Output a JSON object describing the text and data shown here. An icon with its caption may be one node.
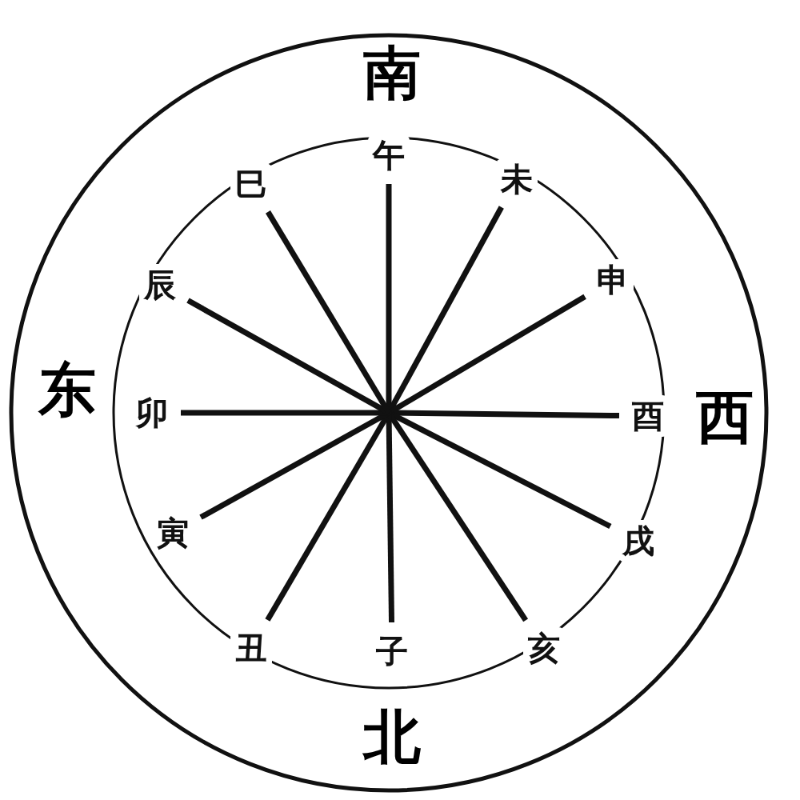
{
  "diagram": {
    "nodes": [
      {
        "text": [
          "午"
        ]
      },
      {
        "text": [
          "未"
        ]
      },
      {
        "text": [
          "申"
        ]
      },
      {
        "text": [
          "酉"
        ]
      },
      {
        "text": [
          "戌"
        ]
      },
      {
        "text": [
          "亥"
        ]
      },
      {
        "text": [
          "子"
        ]
      },
      {
        "text": [
          "丑"
        ]
      },
      {
        "text": [
          "寅"
        ]
      },
      {
        "text": [
          "卯"
        ]
      },
      {
        "text": [
          "辰"
        ]
      },
      {
        "text": [
          "巳"
        ]
      }
    ],
    "edges": [
      {
        "from": null,
        "to": 0,
        "arrow": "none"
      },
      {
        "from": null,
        "to": 1,
        "arrow": "none"
      },
      {
        "from": null,
        "to": 2,
        "arrow": "none"
      },
      {
        "from": null,
        "to": 3,
        "arrow": "none"
      },
      {
        "from": null,
        "to": 4,
        "arrow": "none"
      },
      {
        "from": null,
        "to": 5,
        "arrow": "none"
      },
      {
        "from": null,
        "to": 6,
        "arrow": "none"
      },
      {
        "from": null,
        "to": 7,
        "arrow": "none"
      },
      {
        "from": null,
        "to": 8,
        "arrow": "none"
      },
      {
        "from": null,
        "to": 9,
        "arrow": "none"
      },
      {
        "from": null,
        "to": 10,
        "arrow": "none"
      },
      {
        "from": null,
        "to": 11,
        "arrow": "none"
      }
    ],
    "labels": [
      "南",
      "东",
      "西",
      "北"
    ]
  }
}
